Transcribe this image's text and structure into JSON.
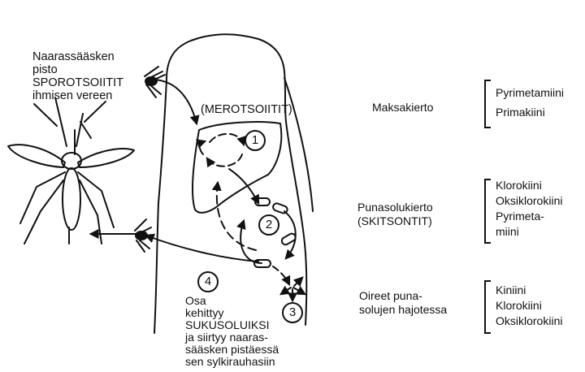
{
  "infection_label": [
    "Naarassääsken",
    "pisto",
    "SPOROTSOIITIT",
    "ihmisen vereen"
  ],
  "merozoites_label": "(MEROTSOIITIT)",
  "stage_numbers": [
    "1",
    "2",
    "3",
    "4"
  ],
  "gametocyte_label": [
    "Osa",
    "kehittyy",
    "SUKUSOLUIKSI",
    "ja siirtyy naaras-",
    "sääsken pistäessä",
    "sen sylkirauhasiin"
  ],
  "stages": [
    {
      "name_lines": [
        "Maksakierto"
      ],
      "drugs": [
        "Pyrimetamiini",
        "Primakiini"
      ]
    },
    {
      "name_lines": [
        "Punasolukierto",
        "(SKITSONTIT)"
      ],
      "drugs": [
        "Klorokiini",
        "Oksiklorokiini",
        "Pyrimeta-",
        "miini"
      ]
    },
    {
      "name_lines": [
        "Oireet puna-",
        "solujen hajotessa"
      ],
      "drugs": [
        "Kiniini",
        "Klorokiini",
        "Oksiklorokiini"
      ]
    }
  ]
}
